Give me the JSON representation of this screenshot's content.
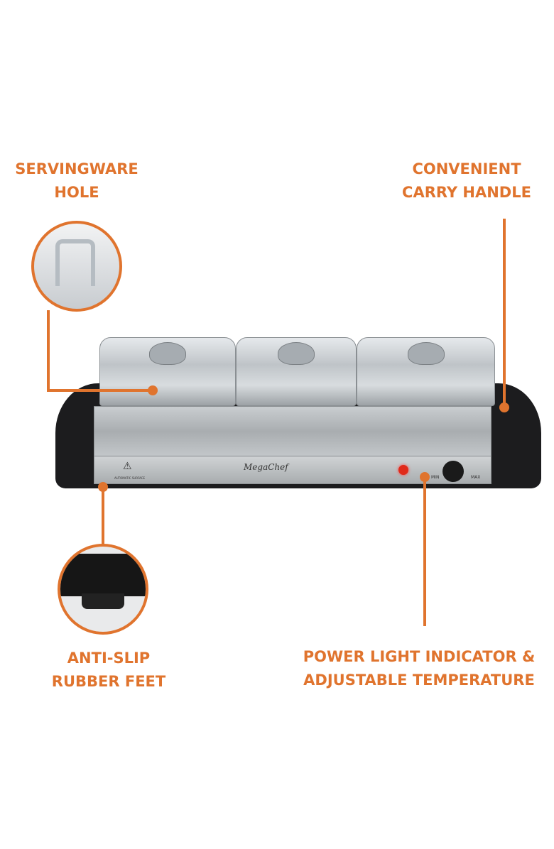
{
  "callouts": {
    "servingware": [
      "SERVINGWARE",
      "HOLE"
    ],
    "handle": [
      "CONVENIENT",
      "CARRY HANDLE"
    ],
    "feet": [
      "ANTI-SLIP",
      "RUBBER FEET"
    ],
    "power": [
      "POWER LIGHT INDICATOR &",
      "ADJUSTABLE TEMPERATURE"
    ]
  },
  "product": {
    "brand": "MegaChef",
    "dial_min": "MIN",
    "dial_max": "MAX",
    "warning": "AUTOMATIC SURFACE"
  },
  "colors": {
    "accent": "#e0742e",
    "steel": "#b8bcbf",
    "tray": "#1c1c1e"
  }
}
